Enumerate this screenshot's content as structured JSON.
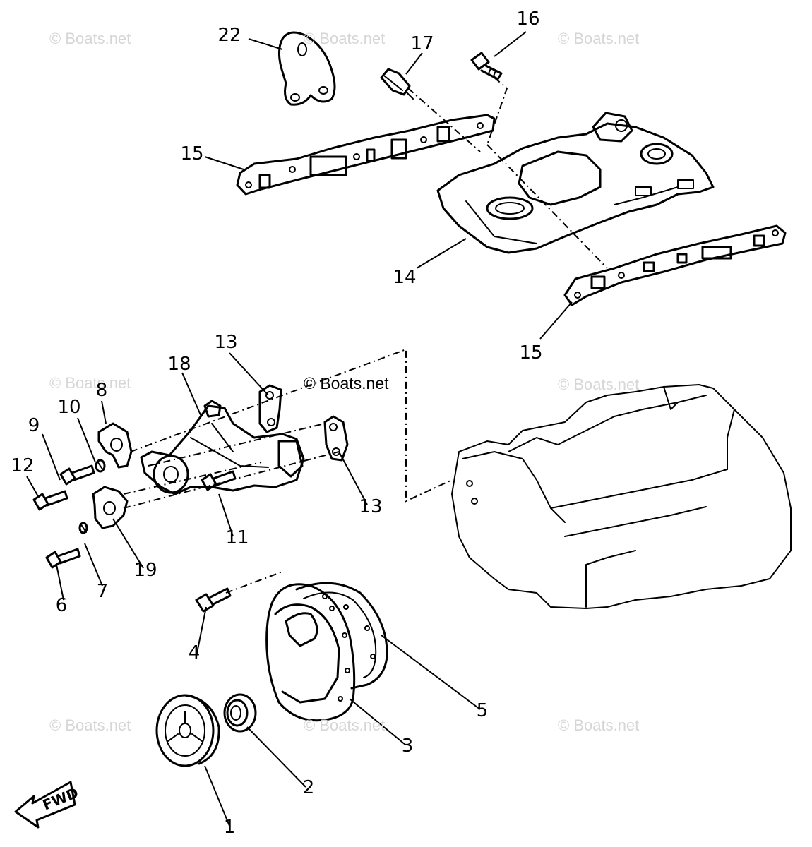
{
  "watermarks": [
    "© Boats.net",
    "© Boats.net",
    "© Boats.net",
    "© Boats.net",
    "© Boats.net",
    "© Boats.net",
    "© Boats.net",
    "© Boats.net"
  ],
  "watermark_center": "© Boats.net",
  "callouts": {
    "c1": "1",
    "c2": "2",
    "c3": "3",
    "c4": "4",
    "c5": "5",
    "c6": "6",
    "c7": "7",
    "c8": "8",
    "c9": "9",
    "c10": "10",
    "c11": "11",
    "c12": "12",
    "c13a": "13",
    "c13b": "13",
    "c14": "14",
    "c15a": "15",
    "c15b": "15",
    "c16": "16",
    "c17": "17",
    "c18": "18",
    "c19": "19",
    "c22": "22"
  },
  "fwd_label": "FWD"
}
